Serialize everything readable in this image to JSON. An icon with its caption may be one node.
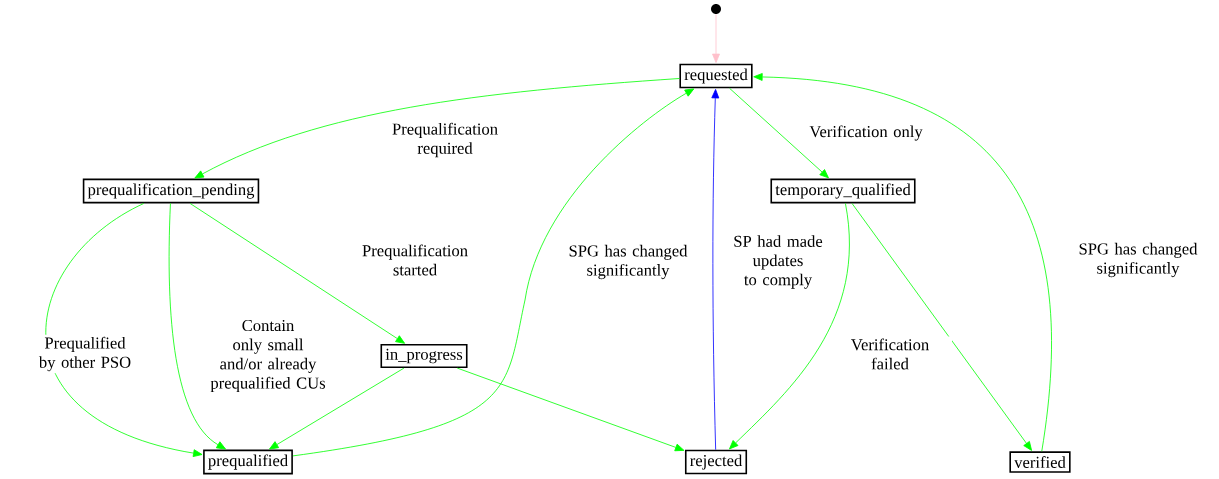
{
  "diagram": {
    "nodes": [
      {
        "text": [],
        "shape": "circle"
      },
      {
        "text": [
          "requested"
        ]
      },
      {
        "text": [
          "prequalification_pending"
        ]
      },
      {
        "text": [
          "temporary_qualified"
        ]
      },
      {
        "text": [
          "in_progress"
        ]
      },
      {
        "text": [
          "prequalified"
        ]
      },
      {
        "text": [
          "rejected"
        ]
      },
      {
        "text": [
          "verified"
        ]
      }
    ],
    "edges": [
      {
        "from": 0,
        "to": 1,
        "arrow": "to",
        "color": "#ffc0cb"
      },
      {
        "from": 1,
        "to": 2,
        "arrow": "to",
        "label": "Prequalification required"
      },
      {
        "from": 1,
        "to": 3,
        "arrow": "to",
        "label": "Verification only"
      },
      {
        "from": 2,
        "to": 5,
        "arrow": "to",
        "label": "Prequalified by other PSO"
      },
      {
        "from": 2,
        "to": 5,
        "arrow": "to",
        "label": "Contain only small and/or already prequalified CUs"
      },
      {
        "from": 2,
        "to": 4,
        "arrow": "to",
        "label": "Prequalification started"
      },
      {
        "from": 4,
        "to": 5,
        "arrow": "to"
      },
      {
        "from": 4,
        "to": 6,
        "arrow": "to"
      },
      {
        "from": 5,
        "to": 1,
        "arrow": "to",
        "label": "SPG has changed significantly"
      },
      {
        "from": 6,
        "to": 1,
        "arrow": "to",
        "label": "SP had made updates to comply",
        "color": "#0000ff"
      },
      {
        "from": 3,
        "to": 6,
        "arrow": "to",
        "label": "Verification failed"
      },
      {
        "from": 3,
        "to": 7,
        "arrow": "to"
      },
      {
        "from": 7,
        "to": 1,
        "arrow": "to",
        "label": "SPG has changed significantly"
      }
    ]
  }
}
